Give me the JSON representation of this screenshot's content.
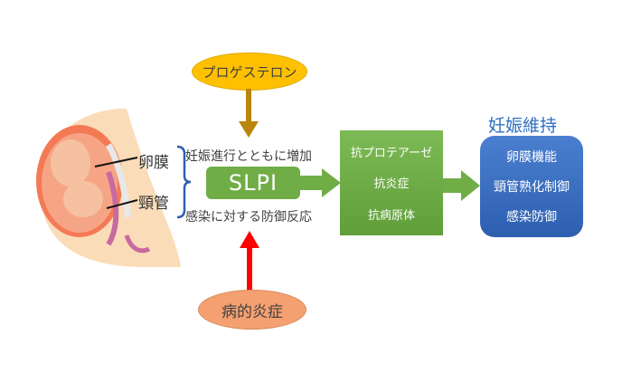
{
  "inputs": {
    "progesterone": "プロゲステロン",
    "inflammation": "病的炎症"
  },
  "anatomy": {
    "labels": [
      "卵膜",
      "頸管"
    ]
  },
  "slpi": {
    "label": "SLPI",
    "top_note": "妊娠進行とともに増加",
    "bottom_note": "感染に対する防御反応"
  },
  "functions": {
    "items": [
      "抗プロテアーゼ",
      "抗炎症",
      "抗病原体"
    ]
  },
  "outcome": {
    "title": "妊娠維持",
    "items": [
      "卵膜機能",
      "頸管熟化制御",
      "感染防御"
    ]
  },
  "colors": {
    "progesterone": "#ffc000",
    "progesterone_arrow": "#b8860b",
    "inflammation": "#f4a070",
    "inflammation_arrow": "#ff0000",
    "green": "#70ad47",
    "blue": "#3a6fc4",
    "bracket": "#2f5fb0"
  }
}
